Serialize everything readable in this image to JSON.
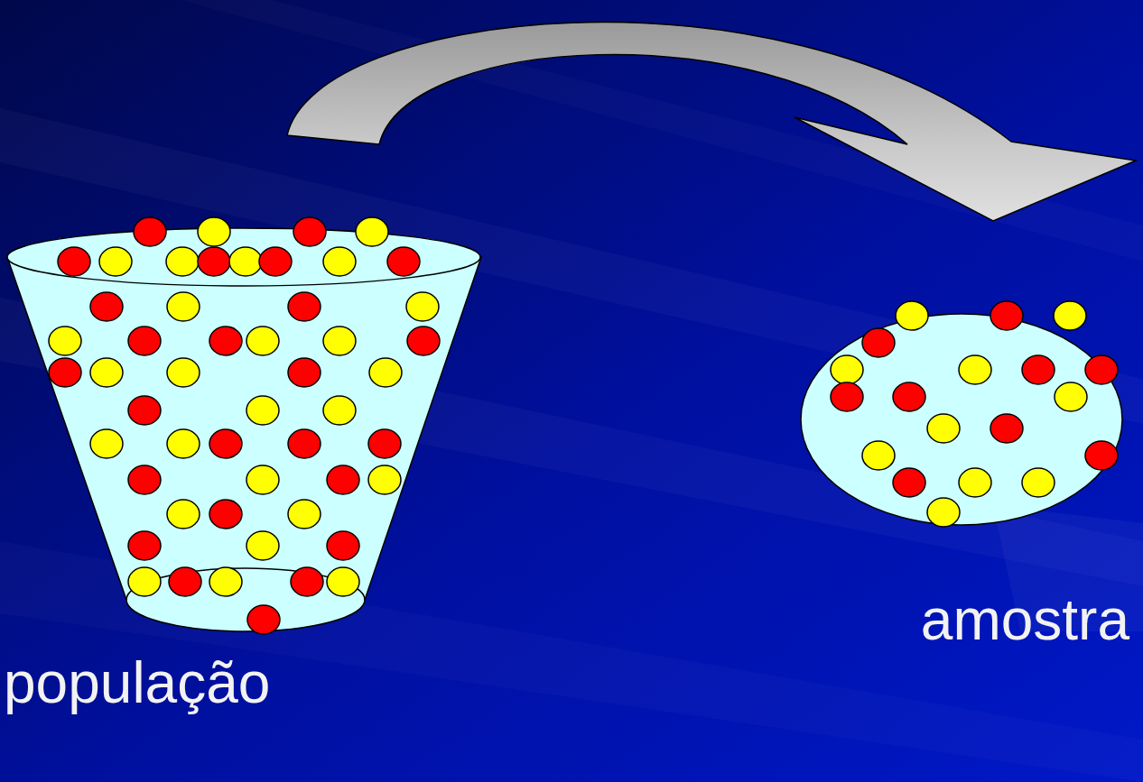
{
  "diagram": {
    "nodes": [
      {
        "text": [
          "população"
        ]
      },
      {
        "text": [
          "amostra"
        ]
      }
    ],
    "edges": [
      {
        "from": 0,
        "to": 1,
        "arrow": "to"
      }
    ]
  }
}
